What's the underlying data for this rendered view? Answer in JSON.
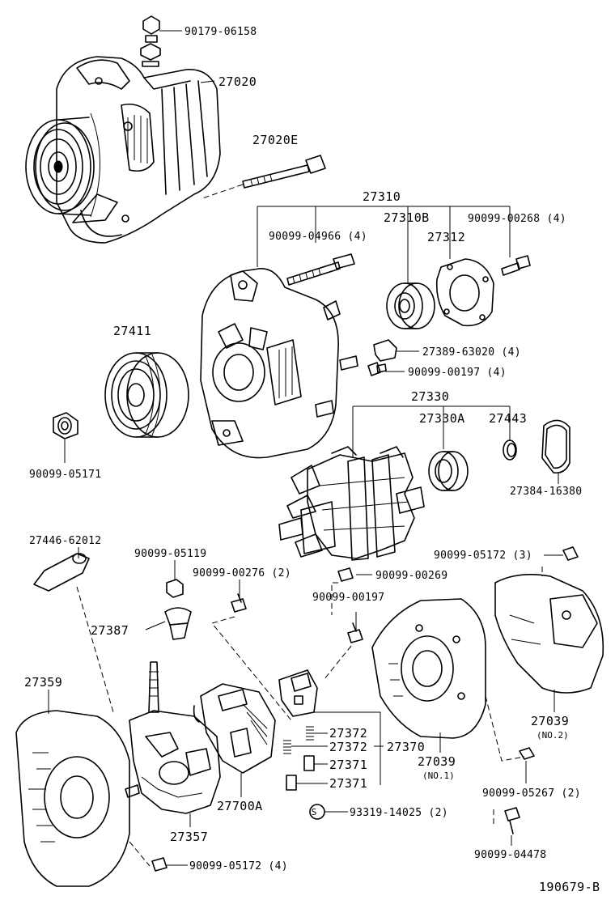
{
  "labels": {
    "p90179_06158": "90179-06158",
    "p27020": "27020",
    "p27020E": "27020E",
    "p27310": "27310",
    "p27310B": "27310B",
    "p90099_00268": "90099-00268 (4)",
    "p90099_04966": "90099-04966 (4)",
    "p27312": "27312",
    "p27411": "27411",
    "p27389_63020": "27389-63020 (4)",
    "p90099_00197a": "90099-00197 (4)",
    "p27330": "27330",
    "p27330A": "27330A",
    "p27443": "27443",
    "p90099_05171": "90099-05171",
    "p27384_16380": "27384-16380",
    "p27446_62012": "27446-62012",
    "p90099_05119": "90099-05119",
    "p90099_00276": "90099-00276 (2)",
    "p90099_05172_3": "90099-05172 (3)",
    "p90099_00269": "90099-00269",
    "p90099_00197b": "90099-00197",
    "p27387": "27387",
    "p27359": "27359",
    "p27039_2": "27039",
    "p27039_2_sub": "(NO.2)",
    "p27372a": "27372",
    "p27372b": "27372",
    "p27370": "27370",
    "p27371a": "27371",
    "p27371b": "27371",
    "p27039_1": "27039",
    "p27039_1_sub": "(NO.1)",
    "p90099_05267": "90099-05267 (2)",
    "p27700A": "27700A",
    "p27357": "27357",
    "p93319_14025": "93319-14025 (2)",
    "p90099_04478": "90099-04478",
    "p90099_05172_4": "90099-05172 (4)",
    "p_figure_id": "190679-B",
    "s_symbol": "S"
  }
}
